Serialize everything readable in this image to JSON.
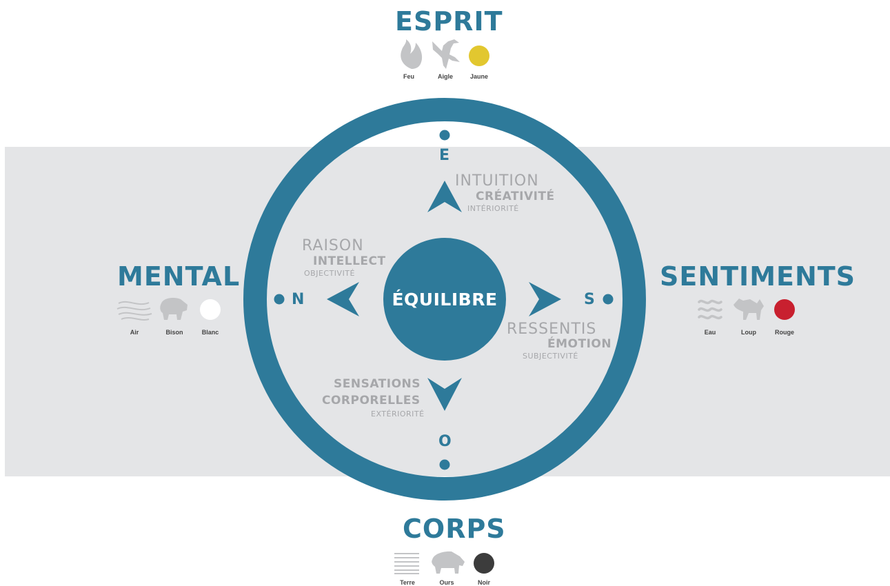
{
  "center": "ÉQUILIBRE",
  "directions": {
    "north": "N",
    "south": "S",
    "east": "E",
    "west": "O"
  },
  "esprit": {
    "title": "ESPRIT",
    "items": [
      {
        "label": "Feu",
        "icon": "fire-icon"
      },
      {
        "label": "Aigle",
        "icon": "eagle-icon"
      },
      {
        "label": "Jaune",
        "icon": "yellow-circle-icon",
        "color": "#e2c72f"
      }
    ],
    "words": {
      "main": "INTUITION",
      "bold": "CRÉATIVITÉ",
      "small": "INTÉRIORITÉ"
    }
  },
  "mental": {
    "title": "MENTAL",
    "items": [
      {
        "label": "Air",
        "icon": "wind-icon"
      },
      {
        "label": "Bison",
        "icon": "bison-icon"
      },
      {
        "label": "Blanc",
        "icon": "white-circle-icon",
        "color": "#ffffff"
      }
    ],
    "words": {
      "main": "RAISON",
      "bold": "INTELLECT",
      "small": "OBJECTIVITÉ"
    }
  },
  "sentiments": {
    "title": "SENTIMENTS",
    "items": [
      {
        "label": "Eau",
        "icon": "water-icon"
      },
      {
        "label": "Loup",
        "icon": "wolf-icon"
      },
      {
        "label": "Rouge",
        "icon": "red-circle-icon",
        "color": "#c8202f"
      }
    ],
    "words": {
      "main": "RESSENTIS",
      "bold": "ÉMOTION",
      "small": "SUBJECTIVITÉ"
    }
  },
  "corps": {
    "title": "CORPS",
    "items": [
      {
        "label": "Terre",
        "icon": "earth-lines-icon"
      },
      {
        "label": "Ours",
        "icon": "bear-icon"
      },
      {
        "label": "Noir",
        "icon": "black-circle-icon",
        "color": "#3c3c3c"
      }
    ],
    "words": {
      "bold1": "SENSATIONS",
      "bold2": "CORPORELLES",
      "small": "EXTÉRIORITÉ"
    }
  },
  "colors": {
    "accent": "#2e7a9a",
    "band": "#e4e5e7",
    "muted_text": "#a6a7aa",
    "icon_gray": "#c3c4c6"
  }
}
